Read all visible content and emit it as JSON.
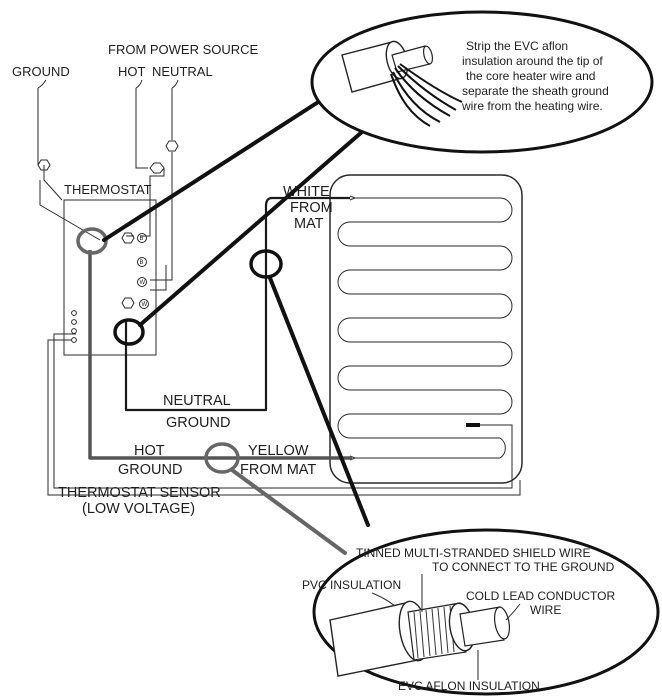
{
  "labels": {
    "from_power_source": "FROM POWER SOURCE",
    "ground": "GROUND",
    "hot": "HOT",
    "neutral": "NEUTRAL",
    "thermostat": "THERMOSTAT",
    "white_from_mat_1": "WHITE",
    "white_from_mat_2": "FROM",
    "white_from_mat_3": "MAT",
    "neutral_ground_1": "NEUTRAL",
    "neutral_ground_2": "GROUND",
    "hot_ground_1": "HOT",
    "hot_ground_2": "GROUND",
    "yellow_from_mat_1": "YELLOW",
    "yellow_from_mat_2": "FROM MAT",
    "sensor_1": "THERMOSTAT SENSOR",
    "sensor_2": "(LOW VOLTAGE)"
  },
  "terminals": [
    "B",
    "B",
    "W",
    "W"
  ],
  "callout_top": {
    "lines": [
      "Strip the EVC aflon",
      "insulation around the tip of",
      "the core heater wire and",
      "separate the sheath ground",
      "wire from the heating wire."
    ]
  },
  "callout_bottom": {
    "tinned_1": "TINNED MULTI-STRANDED SHIELD WIRE",
    "tinned_2": "TO CONNECT TO THE GROUND",
    "pvc": "PVC INSULATION",
    "cold_1": "COLD LEAD CONDUCTOR",
    "cold_2": "WIRE",
    "evc": "EVC AFLON INSULATION"
  }
}
